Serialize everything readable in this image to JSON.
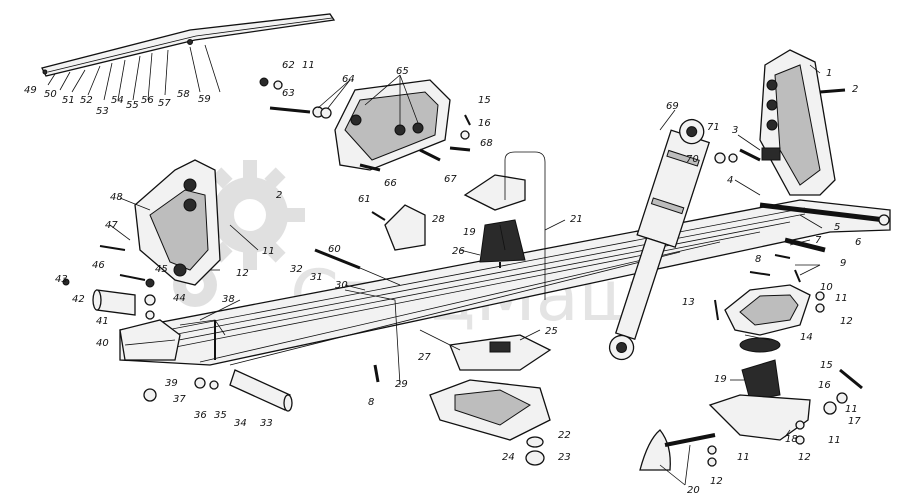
{
  "watermark": {
    "text": "СпецМаш"
  },
  "callouts": {
    "n1": "1",
    "n2": "2",
    "n2b": "2",
    "n3": "3",
    "n4": "4",
    "n5": "5",
    "n6": "6",
    "n7": "7",
    "n8": "8",
    "n8b": "8",
    "n9": "9",
    "n10": "10",
    "n11a": "11",
    "n11b": "11",
    "n11c": "11",
    "n11d": "11",
    "n11e": "11",
    "n11f": "11",
    "n12a": "12",
    "n12b": "12",
    "n12c": "12",
    "n12d": "12",
    "n13": "13",
    "n14": "14",
    "n15a": "15",
    "n15b": "15",
    "n16a": "16",
    "n16b": "16",
    "n17": "17",
    "n18": "18",
    "n19a": "19",
    "n19b": "19",
    "n20": "20",
    "n21": "21",
    "n22": "22",
    "n23": "23",
    "n24": "24",
    "n25": "25",
    "n26": "26",
    "n27": "27",
    "n28": "28",
    "n29": "29",
    "n30": "30",
    "n31": "31",
    "n32": "32",
    "n33": "33",
    "n34": "34",
    "n35": "35",
    "n36": "36",
    "n37": "37",
    "n38": "38",
    "n39": "39",
    "n40": "40",
    "n41": "41",
    "n42": "42",
    "n43": "43",
    "n44": "44",
    "n45": "45",
    "n46": "46",
    "n47": "47",
    "n48": "48",
    "n49": "49",
    "n50": "50",
    "n51": "51",
    "n52": "52",
    "n53": "53",
    "n54": "54",
    "n55": "55",
    "n56": "56",
    "n57": "57",
    "n58": "58",
    "n59": "59",
    "n60": "60",
    "n61": "61",
    "n62": "62",
    "n63": "63",
    "n64": "64",
    "n65": "65",
    "n66": "66",
    "n67": "67",
    "n68": "68",
    "n69": "69",
    "n70": "70",
    "n71": "71"
  }
}
